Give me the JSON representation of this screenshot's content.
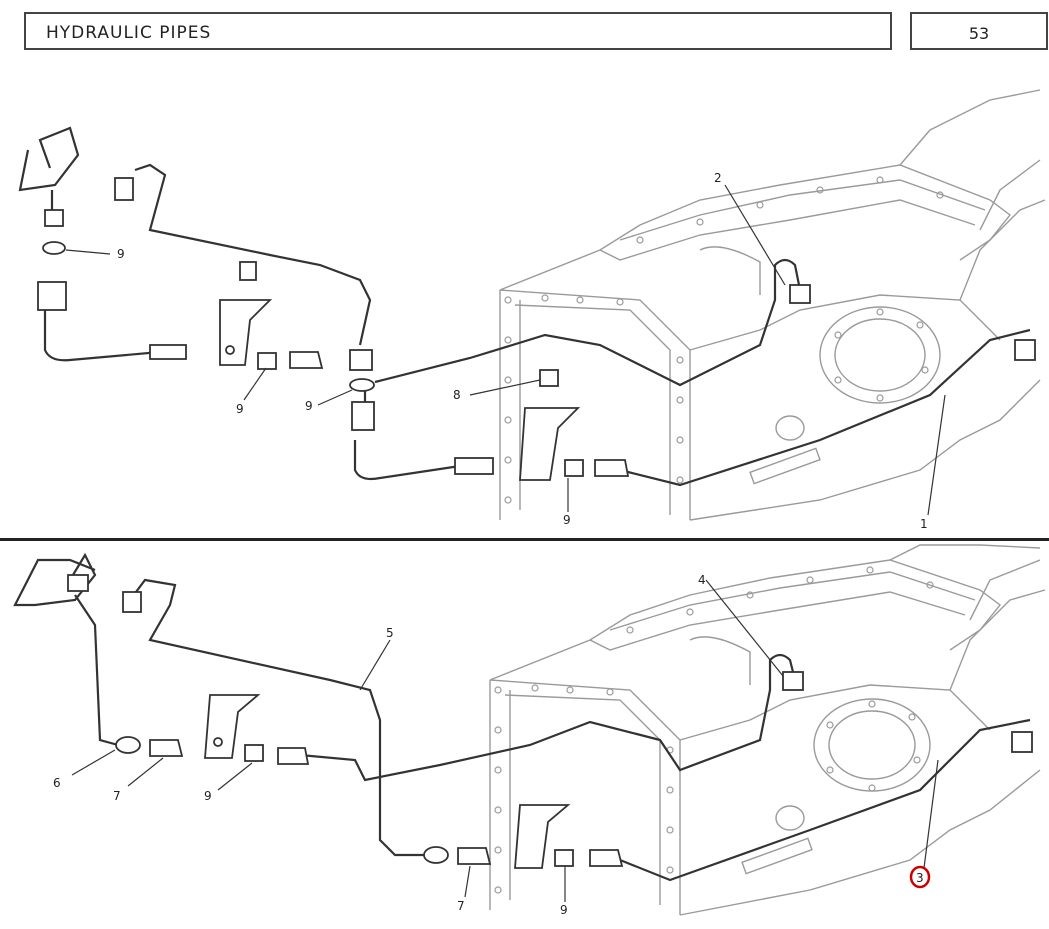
{
  "header": {
    "title": "HYDRAULIC PIPES",
    "page_number": "53"
  },
  "callouts_top": [
    "9",
    "9",
    "9",
    "8",
    "9",
    "2",
    "1"
  ],
  "callouts_bottom": [
    "6",
    "7",
    "9",
    "5",
    "4",
    "7",
    "9",
    "3"
  ],
  "highlight": {
    "label": "3",
    "color": "#cc0000"
  },
  "colors": {
    "line": "#333333",
    "faint": "#9a9a9a"
  }
}
